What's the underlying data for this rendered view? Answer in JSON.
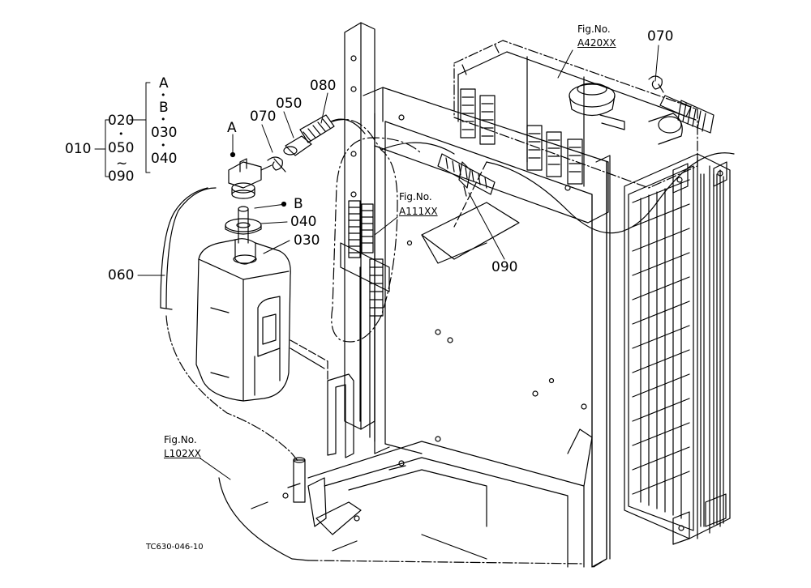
{
  "parts": {
    "p010": "010",
    "p020": "020",
    "p030_group": "030",
    "p040_group": "040",
    "p050_group": "050",
    "p090_group": "090",
    "sep_dot": "•",
    "sep_tilde": "~",
    "ref_a": "A",
    "ref_b": "B",
    "p070_left": "070",
    "p050": "050",
    "p080": "080",
    "p040": "040",
    "p030": "030",
    "p060": "060",
    "p090": "090",
    "p070_right": "070",
    "callout_a": "A",
    "callout_b": "B"
  },
  "figure_refs": {
    "fig_label": "Fig.No.",
    "a420": "A420XX",
    "a111": "A111XX",
    "l102": "L102XX"
  },
  "drawing_id": "TC630-046-10"
}
